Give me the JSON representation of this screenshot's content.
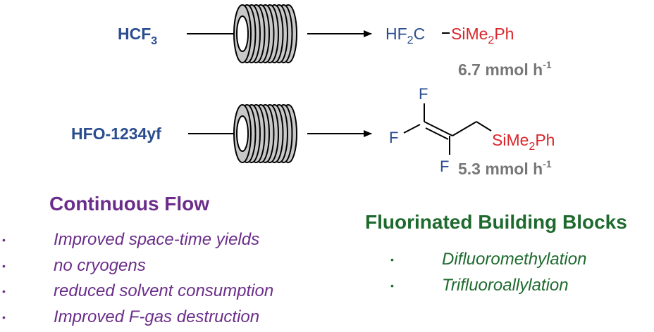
{
  "reactions": [
    {
      "reagent": "HCF",
      "reagent_sub": "3",
      "product_part1": "HF",
      "product_part1_sub": "2",
      "product_part1_tail": "C",
      "product_silyl": "SiMe",
      "product_silyl_sub": "2",
      "product_silyl_tail": "Ph",
      "rate": "6.7 mmol h",
      "rate_exp": "-1"
    },
    {
      "reagent": "HFO-1234yf",
      "product_f_top": "F",
      "product_f_left": "F",
      "product_f_bottom": "F",
      "product_silyl": "SiMe",
      "product_silyl_sub": "2",
      "product_silyl_tail": "Ph",
      "rate": "5.3 mmol h",
      "rate_exp": "-1"
    }
  ],
  "continuous_flow": {
    "title": "Continuous Flow",
    "bullet": "•",
    "items": [
      "Improved space-time yields",
      "no cryogens",
      "reduced solvent consumption",
      "Improved F-gas destruction"
    ]
  },
  "building_blocks": {
    "title": "Fluorinated Building Blocks",
    "bullet": "•",
    "items": [
      "Difluoromethylation",
      "Trifluoroallylation"
    ]
  },
  "colors": {
    "reagent_blue": "#2a4d8f",
    "silyl_red": "#d9262b",
    "rate_gray": "#777777",
    "flow_purple": "#6b2d8a",
    "blocks_green": "#1e6a2e",
    "coil_gray": "#c8c8c8"
  },
  "icons": [
    "flow-reactor-coil-icon",
    "reaction-arrow-icon"
  ]
}
